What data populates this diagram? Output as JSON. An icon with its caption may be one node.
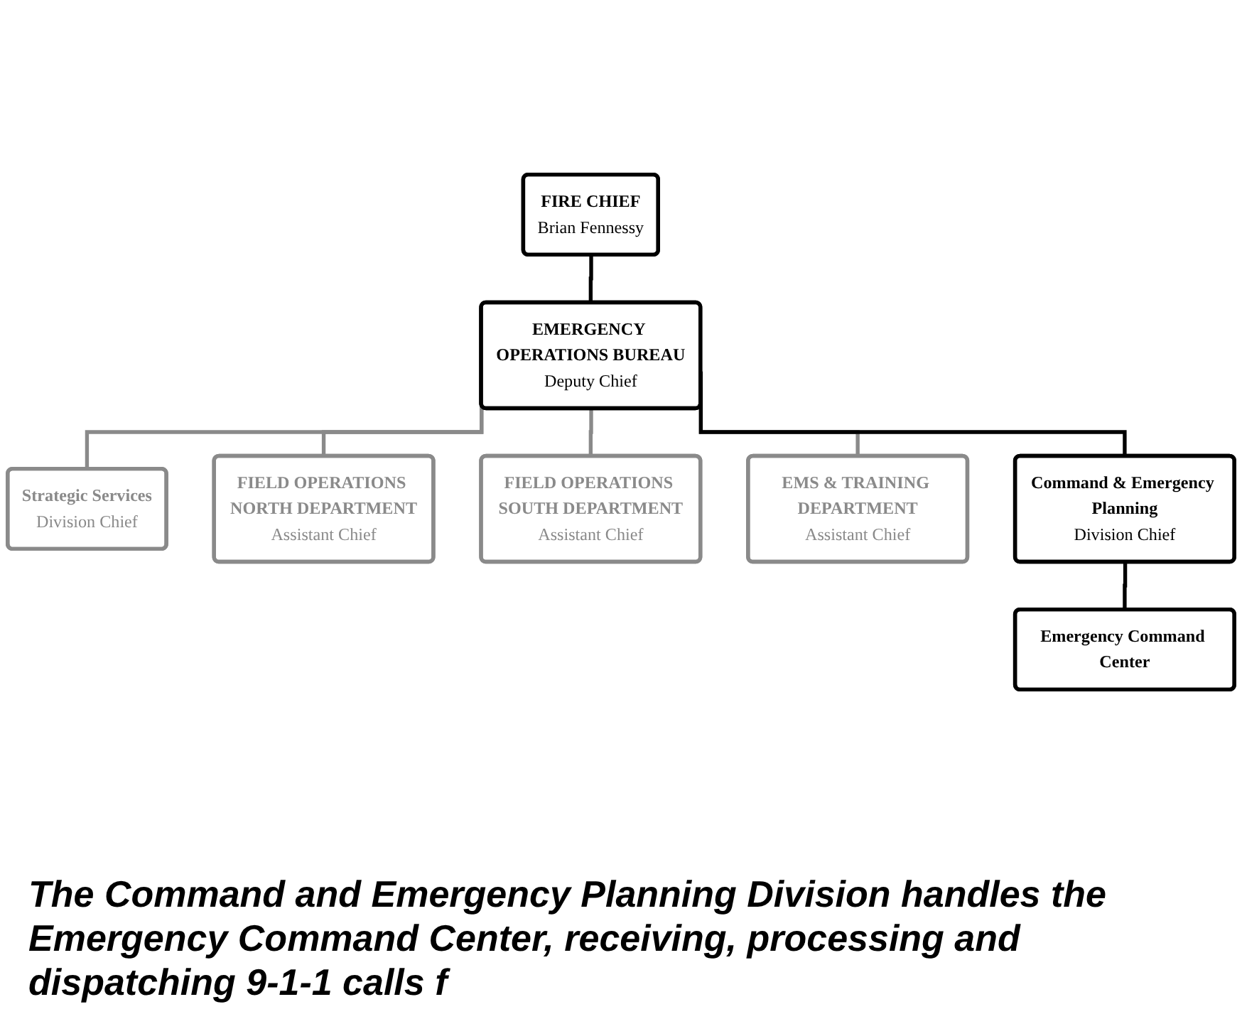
{
  "diagram": {
    "caption": "The Command and Emergency Planning Division handles the Emergency Command Center, receiving, processing and dispatching 9-1-1 calls f",
    "nodes": [
      {
        "text": [
          "FIRE CHIEF",
          "Brian Fennessy"
        ]
      },
      {
        "text": [
          "EMERGENCY OPERATIONS BUREAU",
          "Deputy Chief"
        ]
      },
      {
        "text": [
          "Strategic Services",
          "Division Chief"
        ]
      },
      {
        "text": [
          "FIELD OPERATIONS NORTH DEPARTMENT",
          "Assistant Chief"
        ]
      },
      {
        "text": [
          "FIELD OPERATIONS SOUTH DEPARTMENT",
          "Assistant Chief"
        ]
      },
      {
        "text": [
          "EMS & TRAINING DEPARTMENT",
          "Assistant Chief"
        ]
      },
      {
        "text": [
          "Command & Emergency Planning",
          "Division Chief"
        ]
      },
      {
        "text": [
          "Emergency Command Center"
        ]
      }
    ],
    "edges": [
      {
        "from": 0,
        "to": 1,
        "arrow": "none",
        "color": "#000000"
      },
      {
        "from": 1,
        "to": 2,
        "arrow": "none"
      },
      {
        "from": 1,
        "to": 3,
        "arrow": "none"
      },
      {
        "from": 1,
        "to": 4,
        "arrow": "none"
      },
      {
        "from": 1,
        "to": 5,
        "arrow": "none"
      },
      {
        "from": 1,
        "to": 6,
        "arrow": "none",
        "color": "#000000"
      },
      {
        "from": 6,
        "to": 7,
        "arrow": "none",
        "color": "#000000"
      }
    ]
  }
}
